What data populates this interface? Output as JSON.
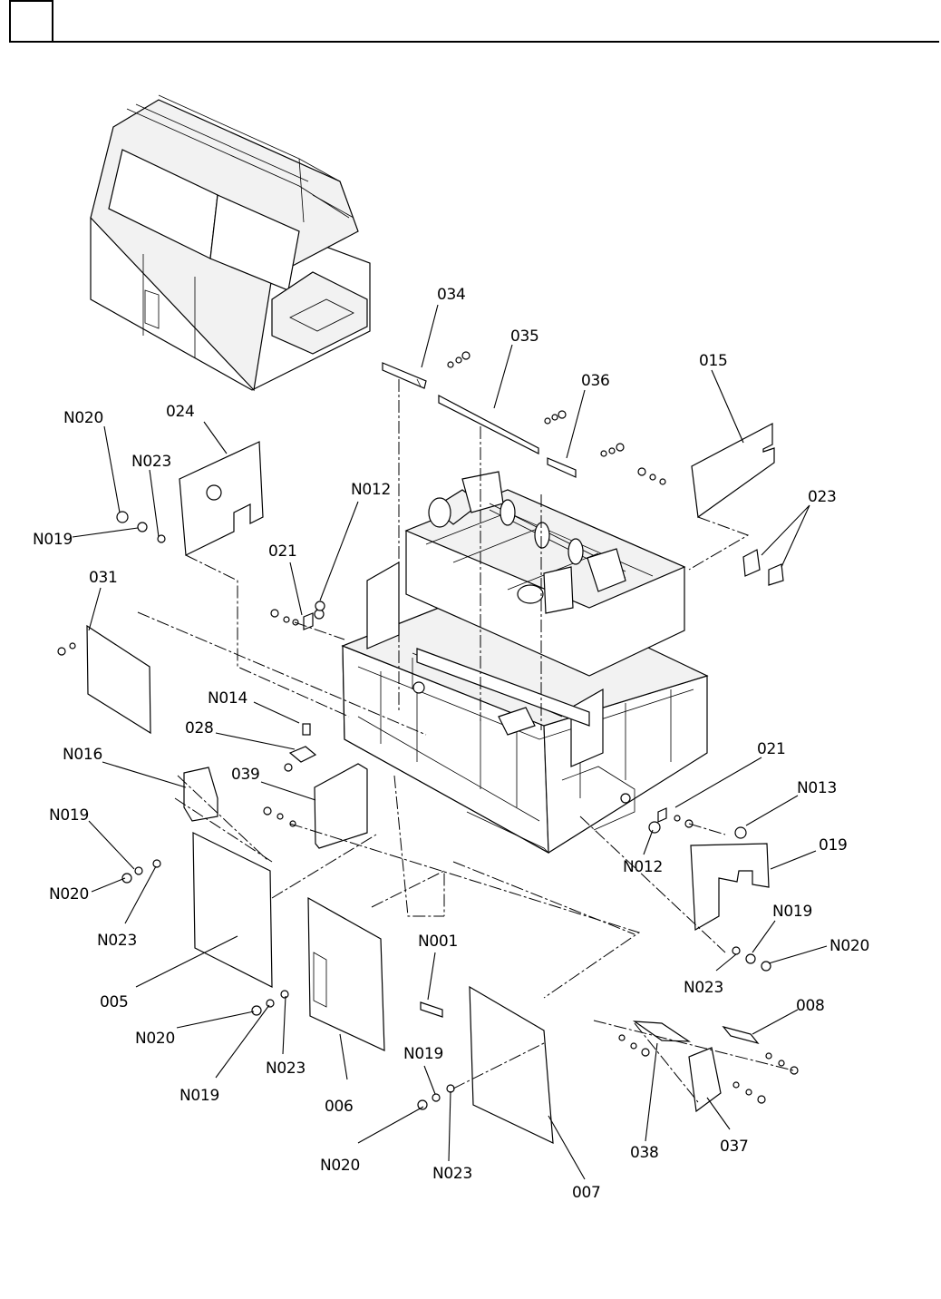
{
  "header": {
    "box_text": "",
    "title": ""
  },
  "labels": {
    "l034": "034",
    "l035": "035",
    "l036": "036",
    "l015": "015",
    "l023": "023",
    "l024": "024",
    "n020a": "N020",
    "n023a": "N023",
    "n019a": "N019",
    "n012a": "N012",
    "l021a": "021",
    "l031": "031",
    "n014": "N014",
    "l028": "028",
    "n016": "N016",
    "l039": "039",
    "l021b": "021",
    "n013": "N013",
    "n012b": "N012",
    "l019": "019",
    "n019b": "N019",
    "n020b": "N020",
    "n023b": "N023",
    "n019c": "N019",
    "n020c": "N020",
    "n023c": "N023",
    "l005": "005",
    "n001": "N001",
    "n020d": "N020",
    "n019d": "N019",
    "n023d": "N023",
    "l006": "006",
    "n019e": "N019",
    "n020e": "N020",
    "n023e": "N023",
    "l007": "007",
    "l008": "008",
    "l038": "038",
    "l037": "037"
  }
}
